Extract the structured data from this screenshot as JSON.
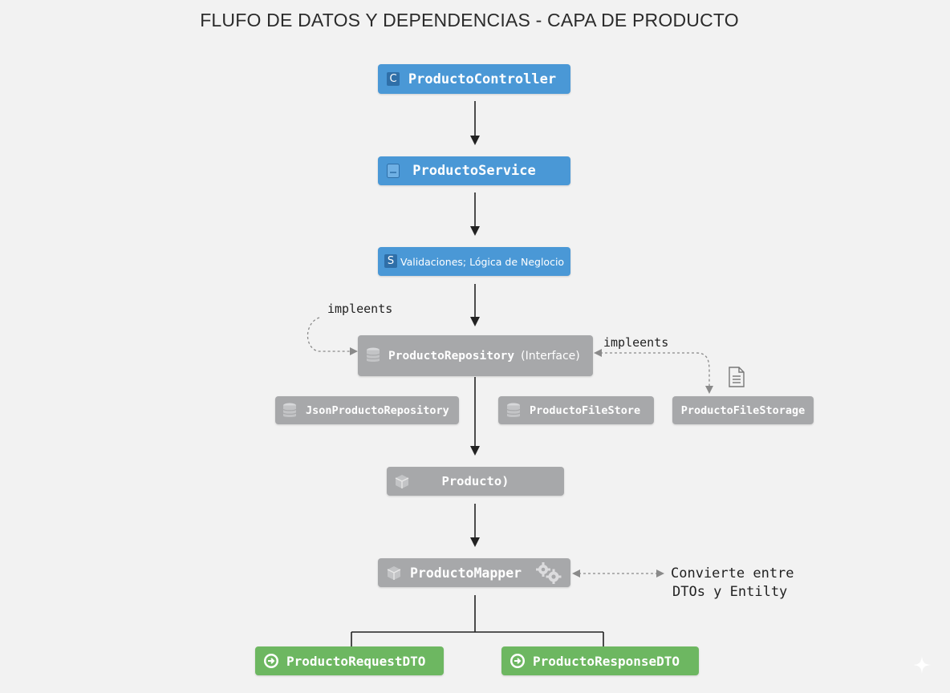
{
  "title": "FLUFO DE DATOS Y DEPENDENCIAS - CAPA DE PRODUCTO",
  "nodes": {
    "controller": {
      "label": "ProductoController",
      "badge": "C"
    },
    "service": {
      "label": "ProductoService"
    },
    "validations": {
      "label": "Validaciones; Lógica de Neglocio",
      "badge": "S"
    },
    "repository": {
      "label": "ProductoRepository",
      "suffix": "(Interface)"
    },
    "json_repository": {
      "label": "JsonProductoRepository"
    },
    "file_store": {
      "label": "ProductoFileStore"
    },
    "file_storage": {
      "label": "ProductoFileStorage"
    },
    "entity": {
      "label": "Producto)"
    },
    "mapper": {
      "label": "ProductoMapper"
    },
    "request_dto": {
      "label": "ProductoRequestDTO"
    },
    "response_dto": {
      "label": "ProductoResponseDTO"
    }
  },
  "edge_labels": {
    "implements_left": "impleents",
    "implements_right": "impleents",
    "mapper_note_line1": "Convierte entre",
    "mapper_note_line2": "DTOs y Entilty"
  },
  "icons": {
    "service": "document-icon",
    "repository": "database-icon",
    "json_repository": "database-icon",
    "file_store": "database-icon",
    "file_storage_above": "file-icon",
    "entity": "cube-icon",
    "mapper": "cube-icon",
    "mapper_gears": "gears-icon",
    "request_dto": "arrow-circle-icon",
    "response_dto": "arrow-circle-icon"
  },
  "colors": {
    "background": "#f2f2f2",
    "blue_node": "#4a98d6",
    "gray_node": "#a7a8aa",
    "green_node": "#6db761",
    "arrow": "#222222",
    "dashed_arrow": "#888888"
  }
}
